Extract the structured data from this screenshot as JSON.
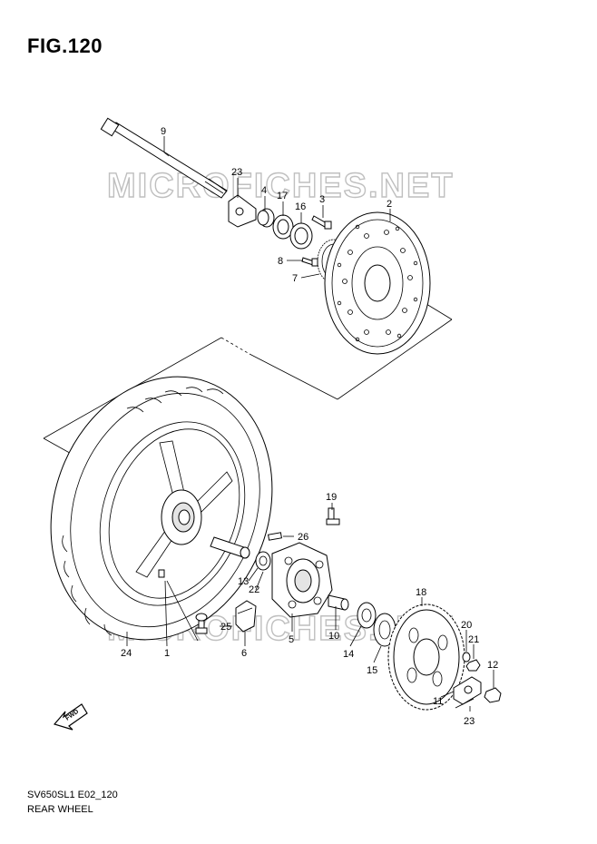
{
  "figure_title": "FIG.120",
  "footer": {
    "code": "SV650SL1 E02_120",
    "title": "REAR WHEEL"
  },
  "watermark": "MICROFICHES.NET",
  "fwd_badge": "FWD",
  "callouts": {
    "c1": "1",
    "c2": "2",
    "c3": "3",
    "c4": "4",
    "c5": "5",
    "c6": "6",
    "c7": "7",
    "c8": "8",
    "c9": "9",
    "c11": "11",
    "c12": "12",
    "c13": "13",
    "c14": "14",
    "c15": "15",
    "c16": "16",
    "c17": "17",
    "c18": "18",
    "c19": "19",
    "c20": "20",
    "c21": "21",
    "c22": "22",
    "c23a": "23",
    "c23b": "23",
    "c24": "24",
    "c25": "25",
    "c26": "26",
    "c10": "10"
  },
  "colors": {
    "ink": "#000000",
    "watermark": "#bfbfbf",
    "background": "#ffffff"
  }
}
